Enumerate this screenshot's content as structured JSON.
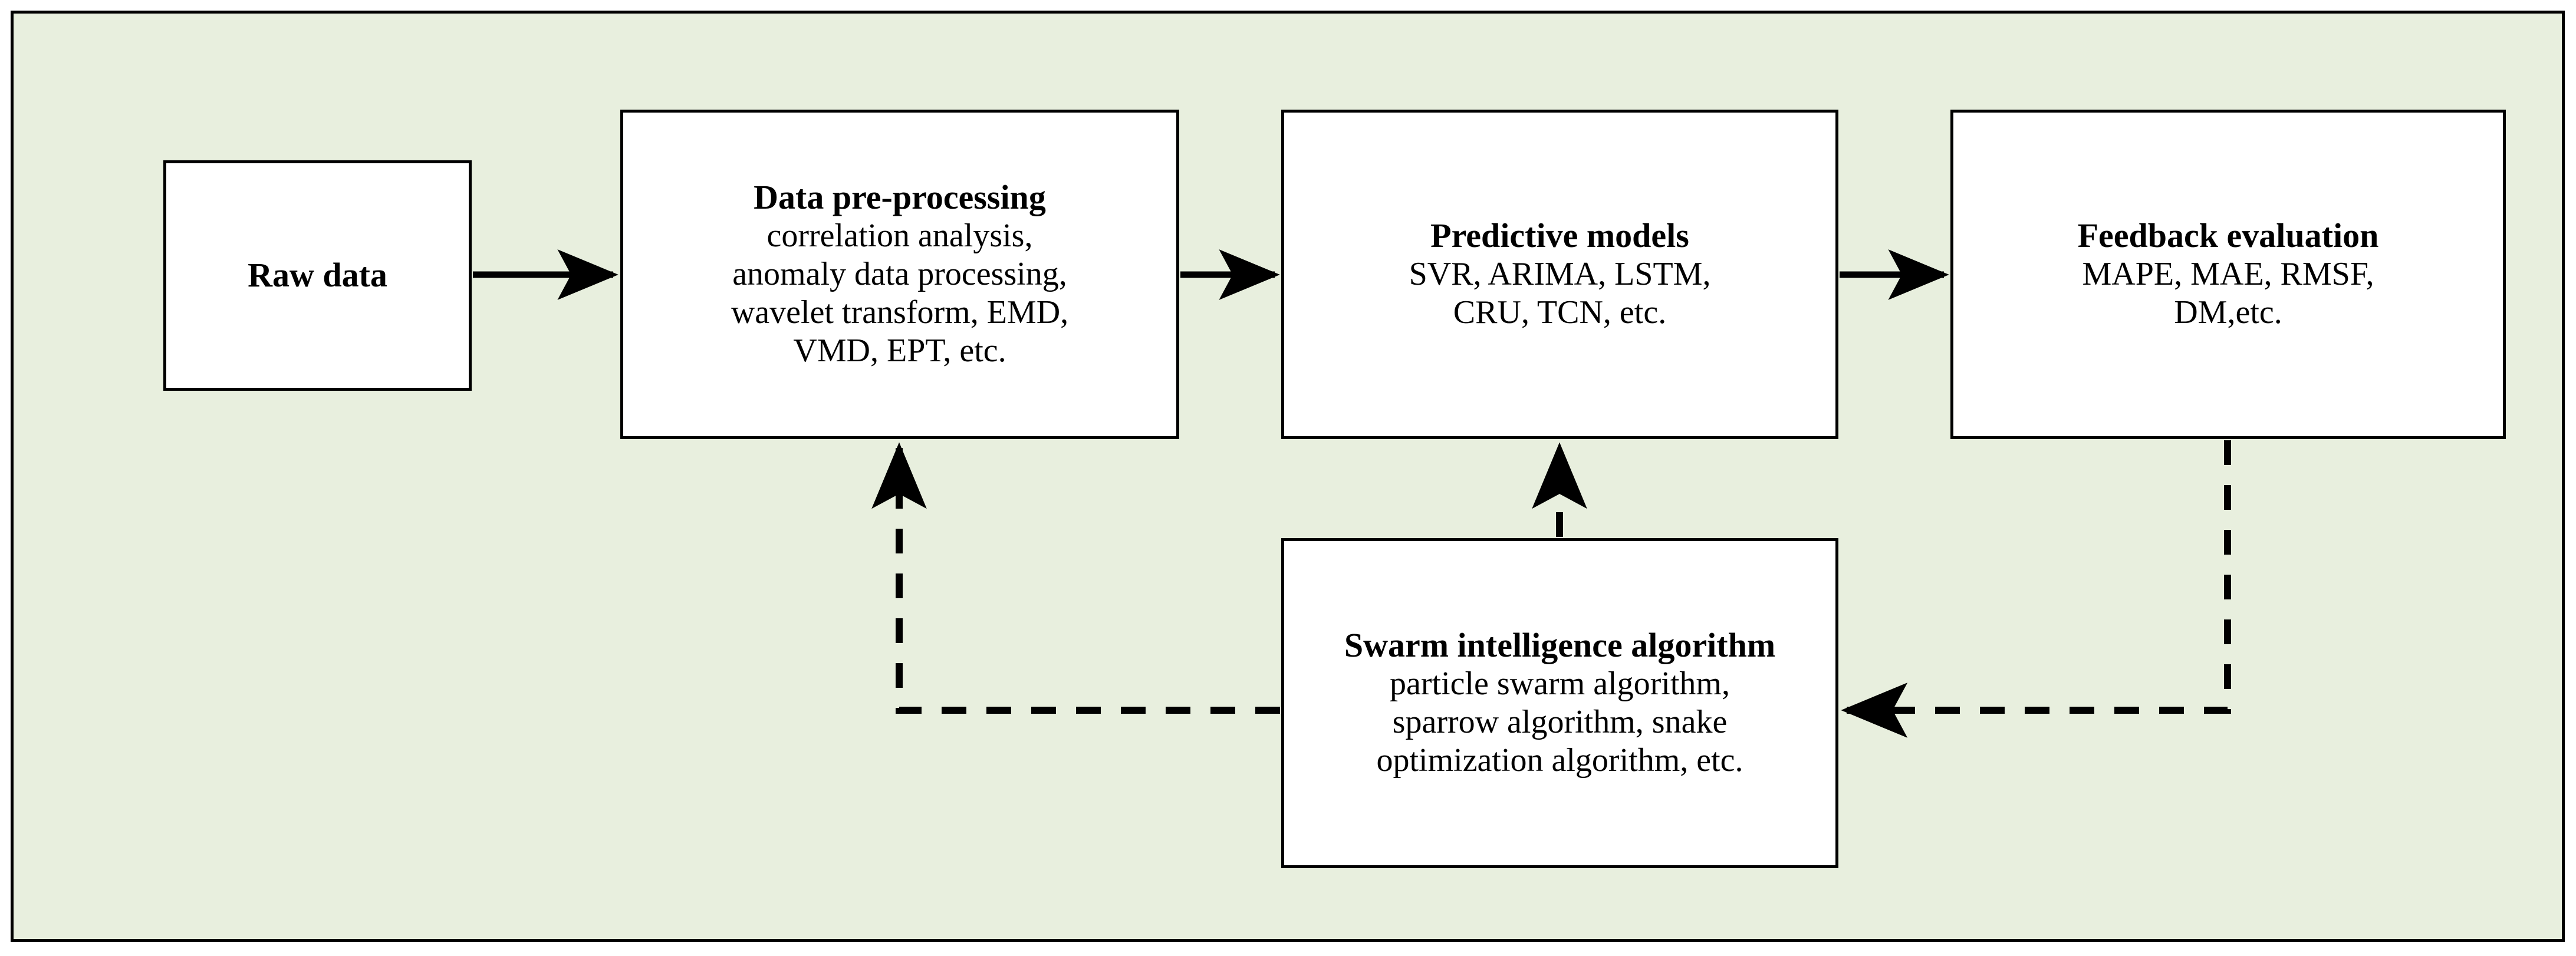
{
  "diagram": {
    "background_color": "#E8EFDE",
    "border_color": "#000000",
    "node_fill": "#FFFFFF"
  },
  "nodes": {
    "raw_data": {
      "title": "Raw data",
      "body": []
    },
    "data_preprocessing": {
      "title": "Data pre-processing",
      "body": [
        "correlation analysis,",
        "anomaly data processing,",
        "wavelet transform, EMD,",
        "VMD, EPT, etc."
      ]
    },
    "predictive_models": {
      "title": "Predictive models",
      "body": [
        "SVR, ARIMA, LSTM,",
        "CRU, TCN, etc."
      ]
    },
    "feedback_evaluation": {
      "title": "Feedback evaluation",
      "body": [
        "MAPE, MAE, RMSF,",
        "DM,etc."
      ]
    },
    "swarm_intelligence": {
      "title_line_1": "Swarm intelligence",
      "title_line_2": "algorithm",
      "body": [
        "particle swarm algorithm,",
        "sparrow algorithm, snake",
        "optimization algorithm, etc."
      ]
    }
  },
  "edges": [
    {
      "name": "raw-to-preprocessing",
      "style": "solid",
      "from": "raw_data",
      "to": "data_preprocessing",
      "direction": "right"
    },
    {
      "name": "preprocessing-to-predictive",
      "style": "solid",
      "from": "data_preprocessing",
      "to": "predictive_models",
      "direction": "right"
    },
    {
      "name": "predictive-to-feedback",
      "style": "solid",
      "from": "predictive_models",
      "to": "feedback_evaluation",
      "direction": "right"
    },
    {
      "name": "swarm-to-predictive",
      "style": "dashed",
      "from": "swarm_intelligence",
      "to": "predictive_models",
      "direction": "up"
    },
    {
      "name": "feedback-to-swarm",
      "style": "dashed",
      "from": "feedback_evaluation",
      "to": "swarm_intelligence",
      "direction": "left"
    },
    {
      "name": "feedback-to-preprocessing",
      "style": "dashed",
      "from": "feedback_evaluation",
      "to": "data_preprocessing",
      "direction": "up"
    }
  ]
}
